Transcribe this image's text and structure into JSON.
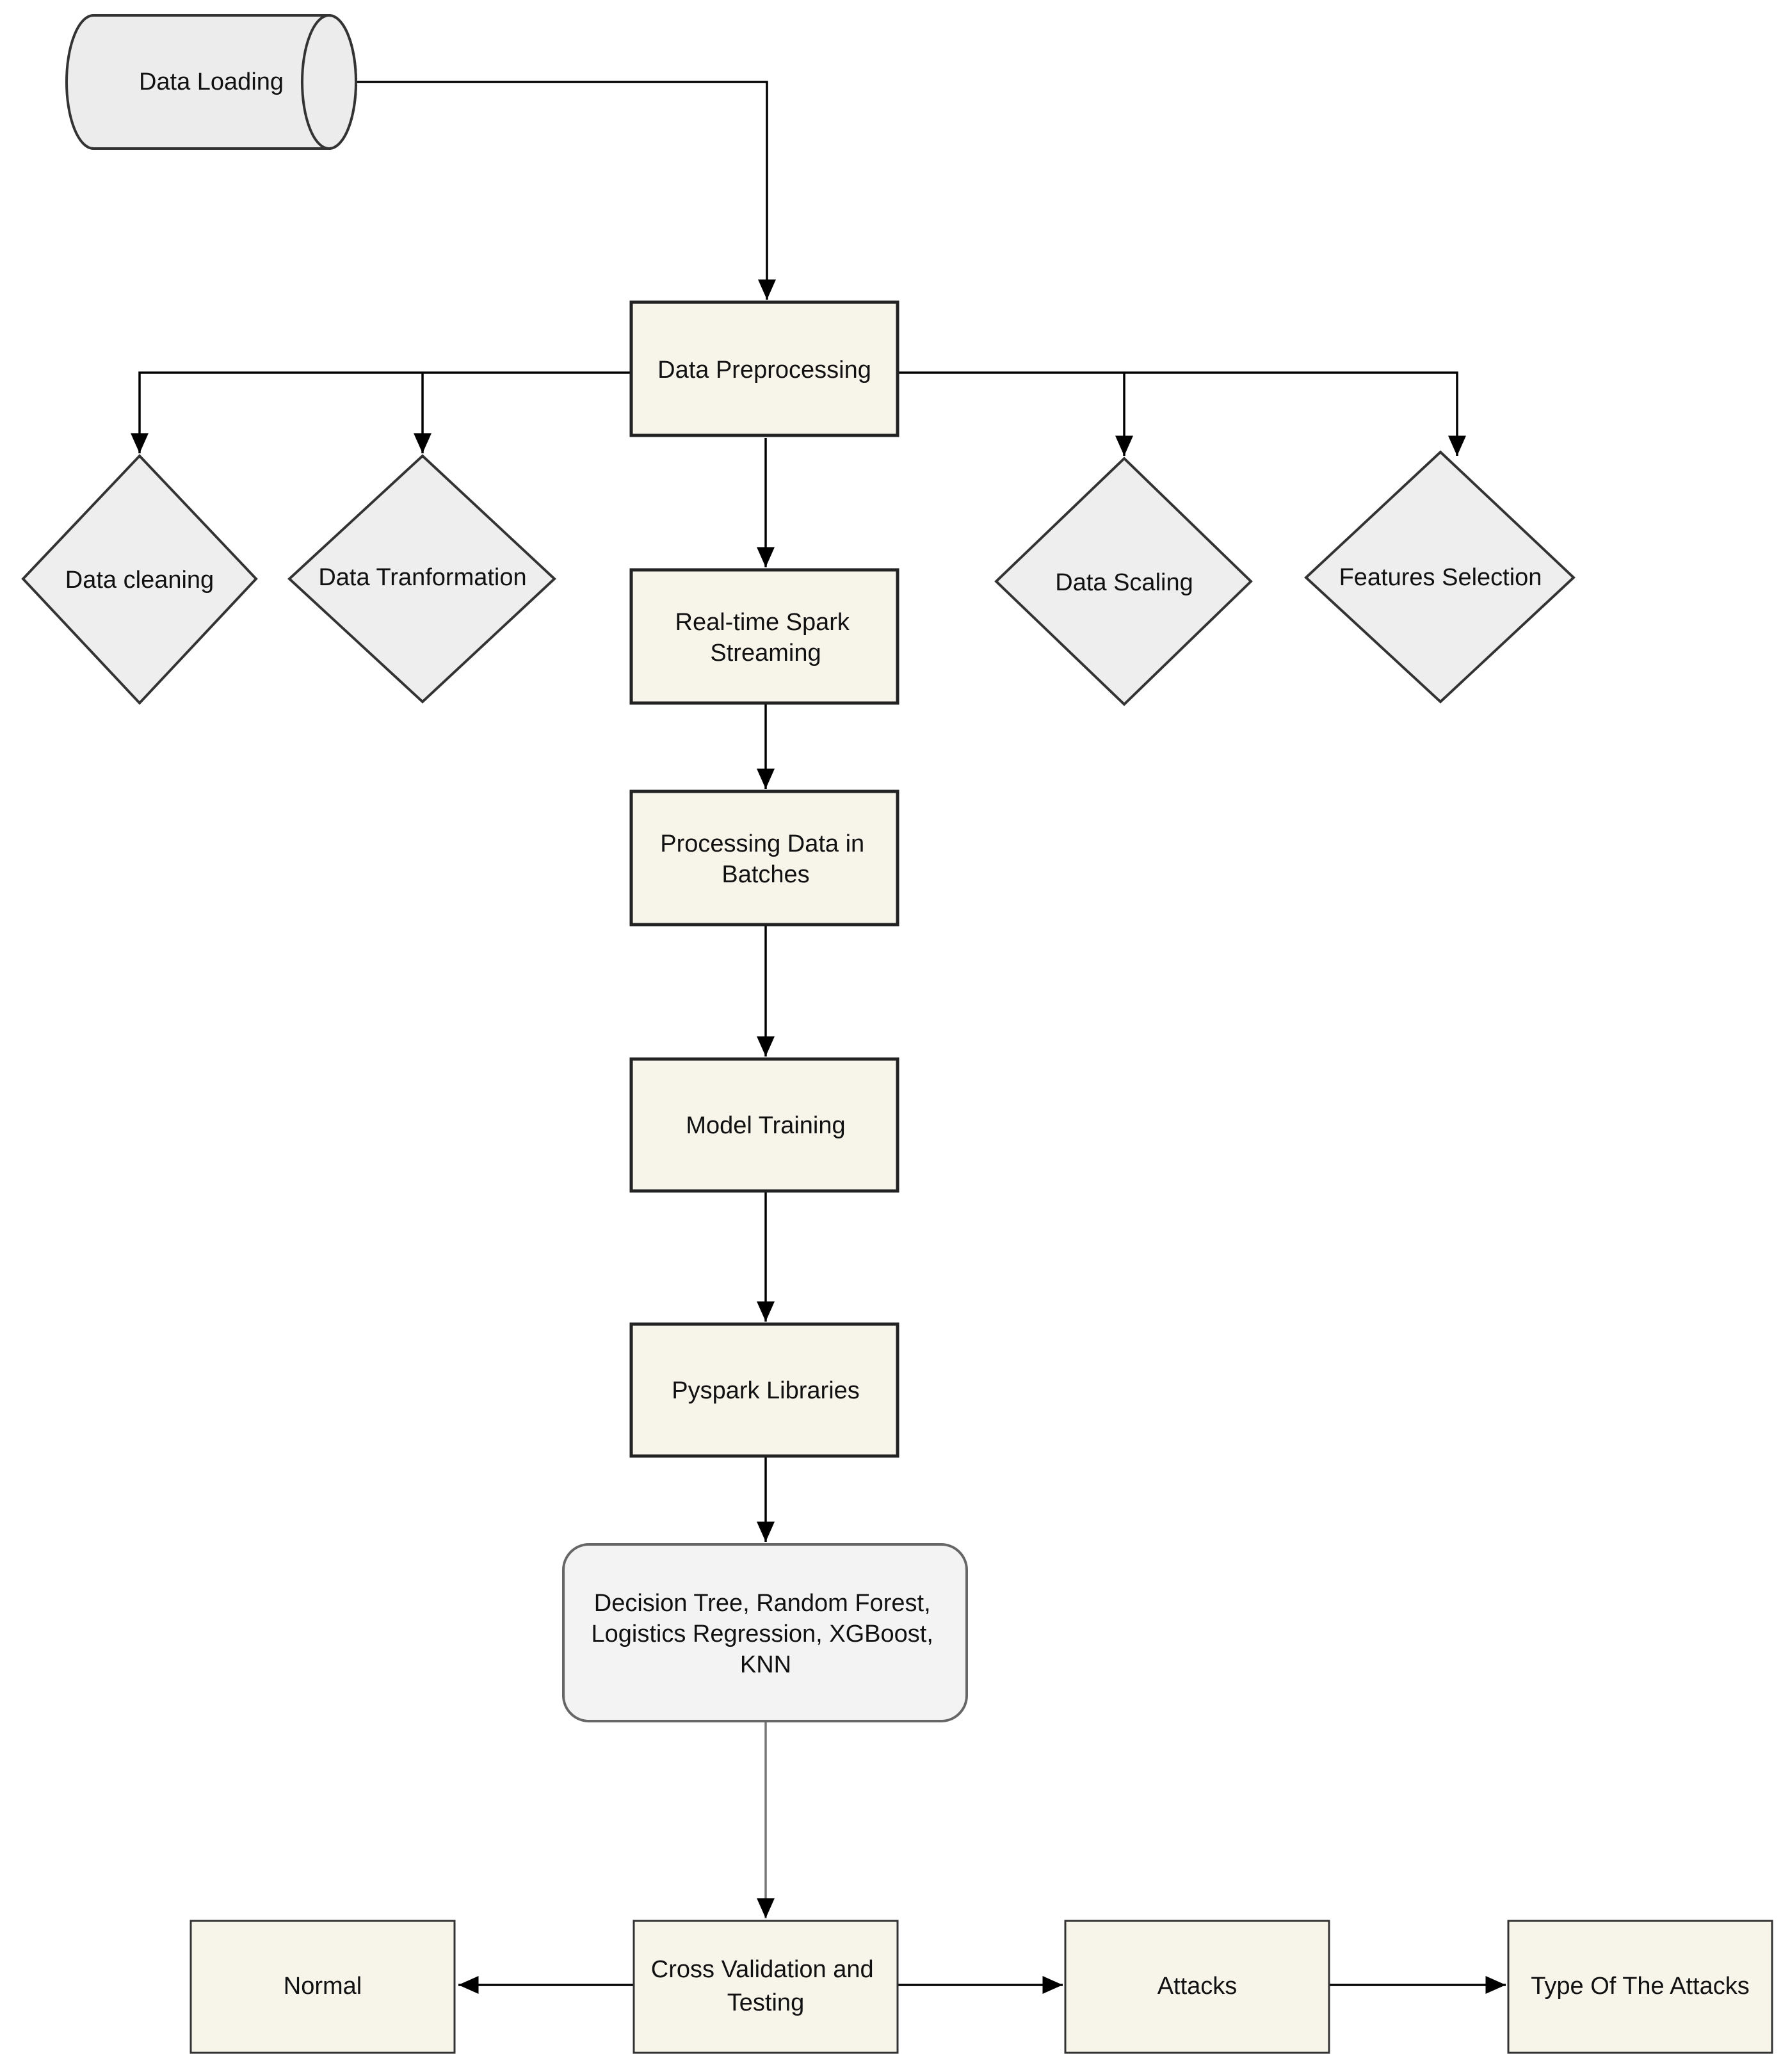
{
  "nodes": {
    "data_loading": "Data Loading",
    "data_preprocessing": "Data Preprocessing",
    "data_cleaning": "Data cleaning",
    "data_transformation": "Data Tranformation",
    "data_scaling": "Data Scaling",
    "features_selection": "Features Selection",
    "spark_streaming": [
      "Real-time Spark",
      "Streaming"
    ],
    "batches": [
      "Processing Data in",
      "Batches"
    ],
    "model_training": "Model Training",
    "pyspark": "Pyspark Libraries",
    "models": [
      "Decision Tree, Random Forest,",
      "Logistics Regression, XGBoost,",
      "KNN"
    ],
    "cross_validation": [
      "Cross Validation and",
      "Testing"
    ],
    "normal": "Normal",
    "attacks": "Attacks",
    "attack_types": "Type Of The Attacks"
  },
  "colors": {
    "process_fill": "#f7f4ea",
    "decision_fill": "#eeeeee",
    "model_fill": "#f3f3f3",
    "line": "#000000"
  }
}
